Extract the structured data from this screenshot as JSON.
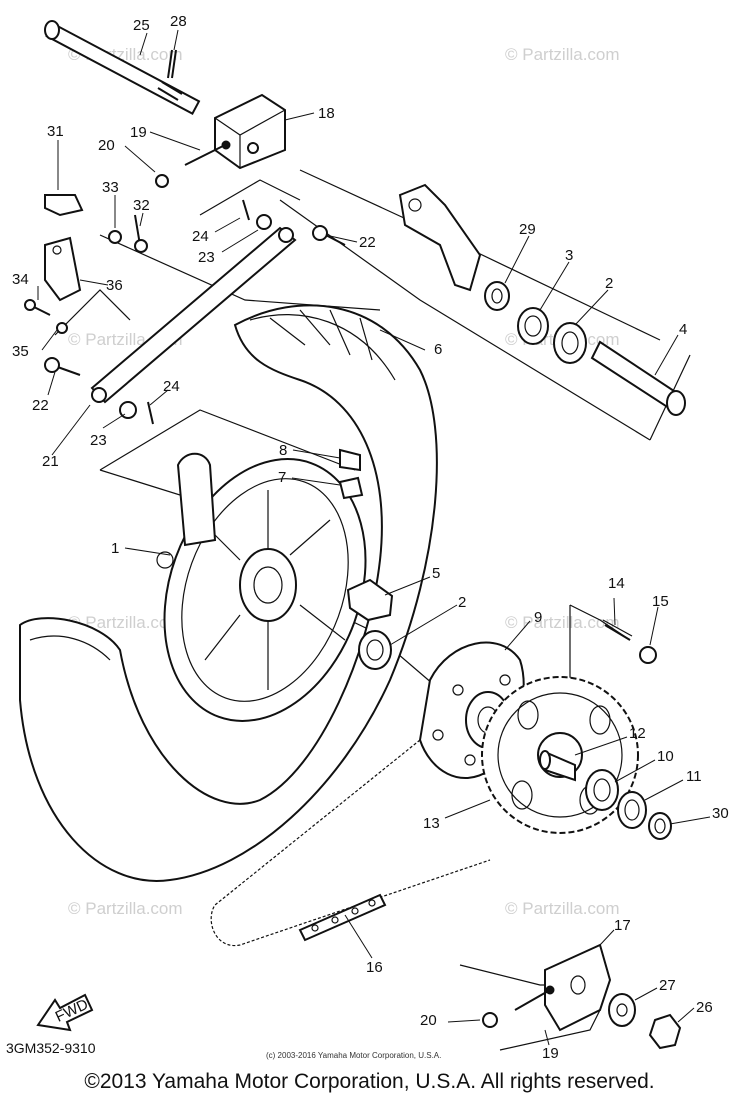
{
  "watermark": "© Partzilla.com",
  "part_numbers": [
    "1",
    "2",
    "3",
    "4",
    "5",
    "6",
    "7",
    "8",
    "9",
    "10",
    "11",
    "12",
    "13",
    "14",
    "15",
    "16",
    "17",
    "18",
    "19",
    "20",
    "21",
    "22",
    "23",
    "24",
    "25",
    "26",
    "27",
    "28",
    "29",
    "30",
    "31",
    "32",
    "33",
    "34",
    "35",
    "36"
  ],
  "callouts": {
    "c25": "25",
    "c28": "28",
    "c18": "18",
    "c19a": "19",
    "c20a": "20",
    "c31": "31",
    "c33": "33",
    "c32": "32",
    "c24a": "24",
    "c23a": "23",
    "c22a": "22",
    "c29": "29",
    "c3": "3",
    "c2a": "2",
    "c4": "4",
    "c36": "36",
    "c34": "34",
    "c35": "35",
    "c6": "6",
    "c22b": "22",
    "c24b": "24",
    "c23b": "23",
    "c21": "21",
    "c8": "8",
    "c7": "7",
    "c1": "1",
    "c5": "5",
    "c2b": "2",
    "c9": "9",
    "c14": "14",
    "c15": "15",
    "c12": "12",
    "c10": "10",
    "c11": "11",
    "c30": "30",
    "c13": "13",
    "c16": "16",
    "c17": "17",
    "c27": "27",
    "c26": "26",
    "c20b": "20",
    "c19b": "19"
  },
  "find_label": "FWD",
  "diagram_code": "3GM352-9310",
  "small_copyright": "(c) 2003-2016 Yamaha Motor Corporation, U.S.A.",
  "copyright": "©2013 Yamaha Motor Corporation, U.S.A. All rights reserved."
}
